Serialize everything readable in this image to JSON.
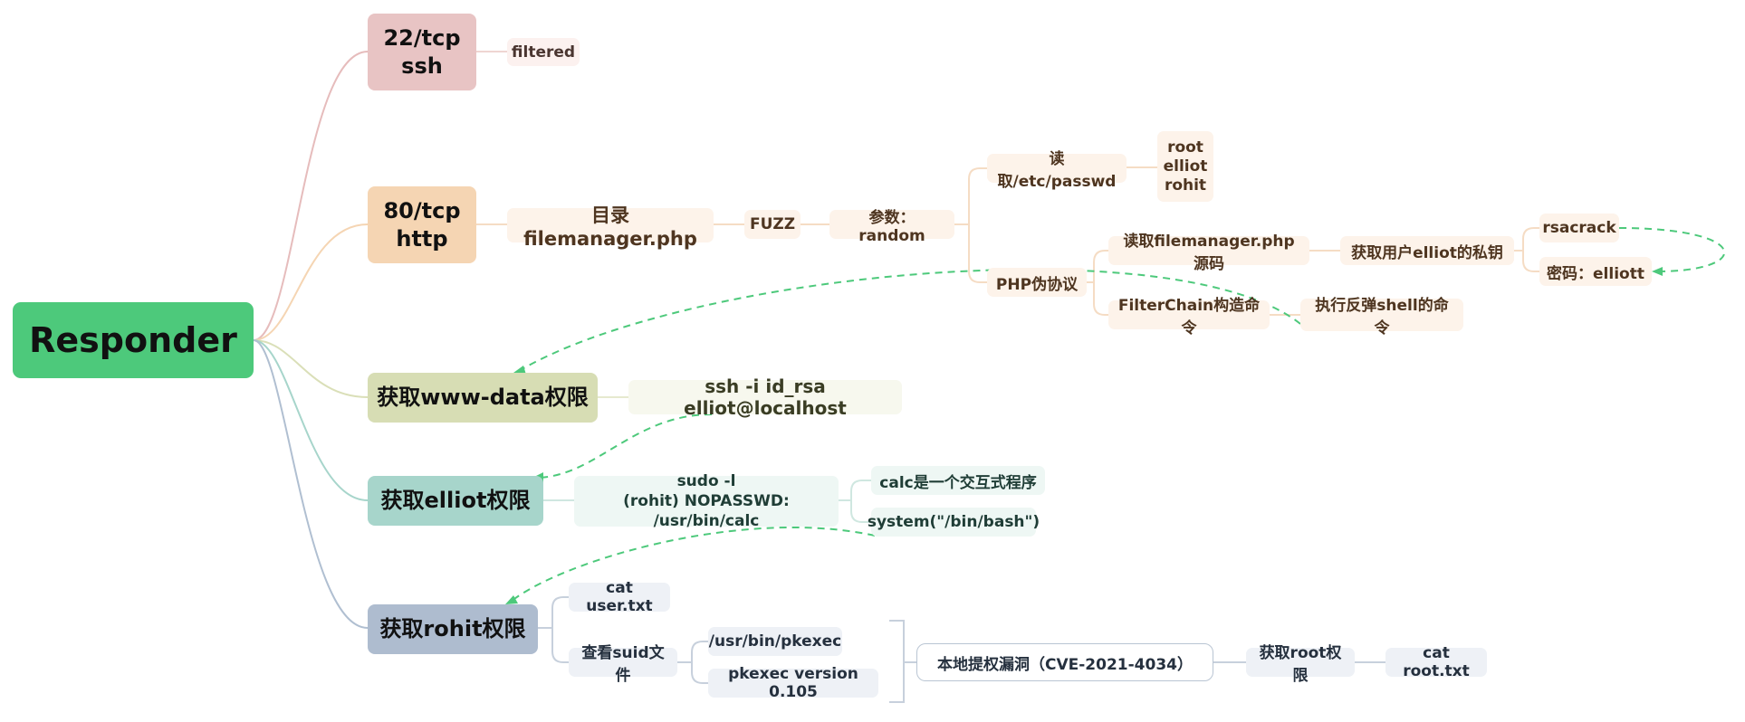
{
  "root": "Responder",
  "branches": {
    "ssh": {
      "title": "22/tcp\nssh",
      "children": [
        "filtered"
      ]
    },
    "http": {
      "title": "80/tcp\nhttp",
      "dir": "目录filemanager.php",
      "fuzz": "FUZZ",
      "param": "参数：random",
      "read_passwd": "读取/etc/passwd",
      "users": "root\nelliot\nrohit",
      "php_wrapper": "PHP伪协议",
      "read_source": "读取filemanager.php源码",
      "private_key": "获取用户elliot的私钥",
      "rsacrack": "rsacrack",
      "password": "密码：elliott",
      "filterchain": "FilterChain构造命令",
      "reverse_shell": "执行反弹shell的命令"
    },
    "www": {
      "title": "获取www-data权限",
      "ssh_cmd": "ssh -i id_rsa elliot@localhost"
    },
    "elliot": {
      "title": "获取elliot权限",
      "sudo": "sudo -l\n(rohit) NOPASSWD: /usr/bin/calc",
      "calc": "calc是一个交互式程序",
      "system": "system(\"/bin/bash\")"
    },
    "rohit": {
      "title": "获取rohit权限",
      "cat_user": "cat user.txt",
      "suid": "查看suid文件",
      "pkexec": "/usr/bin/pkexec",
      "pkexec_version": "pkexec version 0.105",
      "cve": "本地提权漏洞（CVE-2021-4034）",
      "root_priv": "获取root权限",
      "cat_root": "cat root.txt"
    }
  },
  "colors": {
    "pink": "#e8c4c4",
    "orange": "#f5d5b3",
    "olive": "#d7ddb4",
    "teal": "#a7d5cb",
    "slate": "#aebccf",
    "arrow": "#4dc97b"
  }
}
